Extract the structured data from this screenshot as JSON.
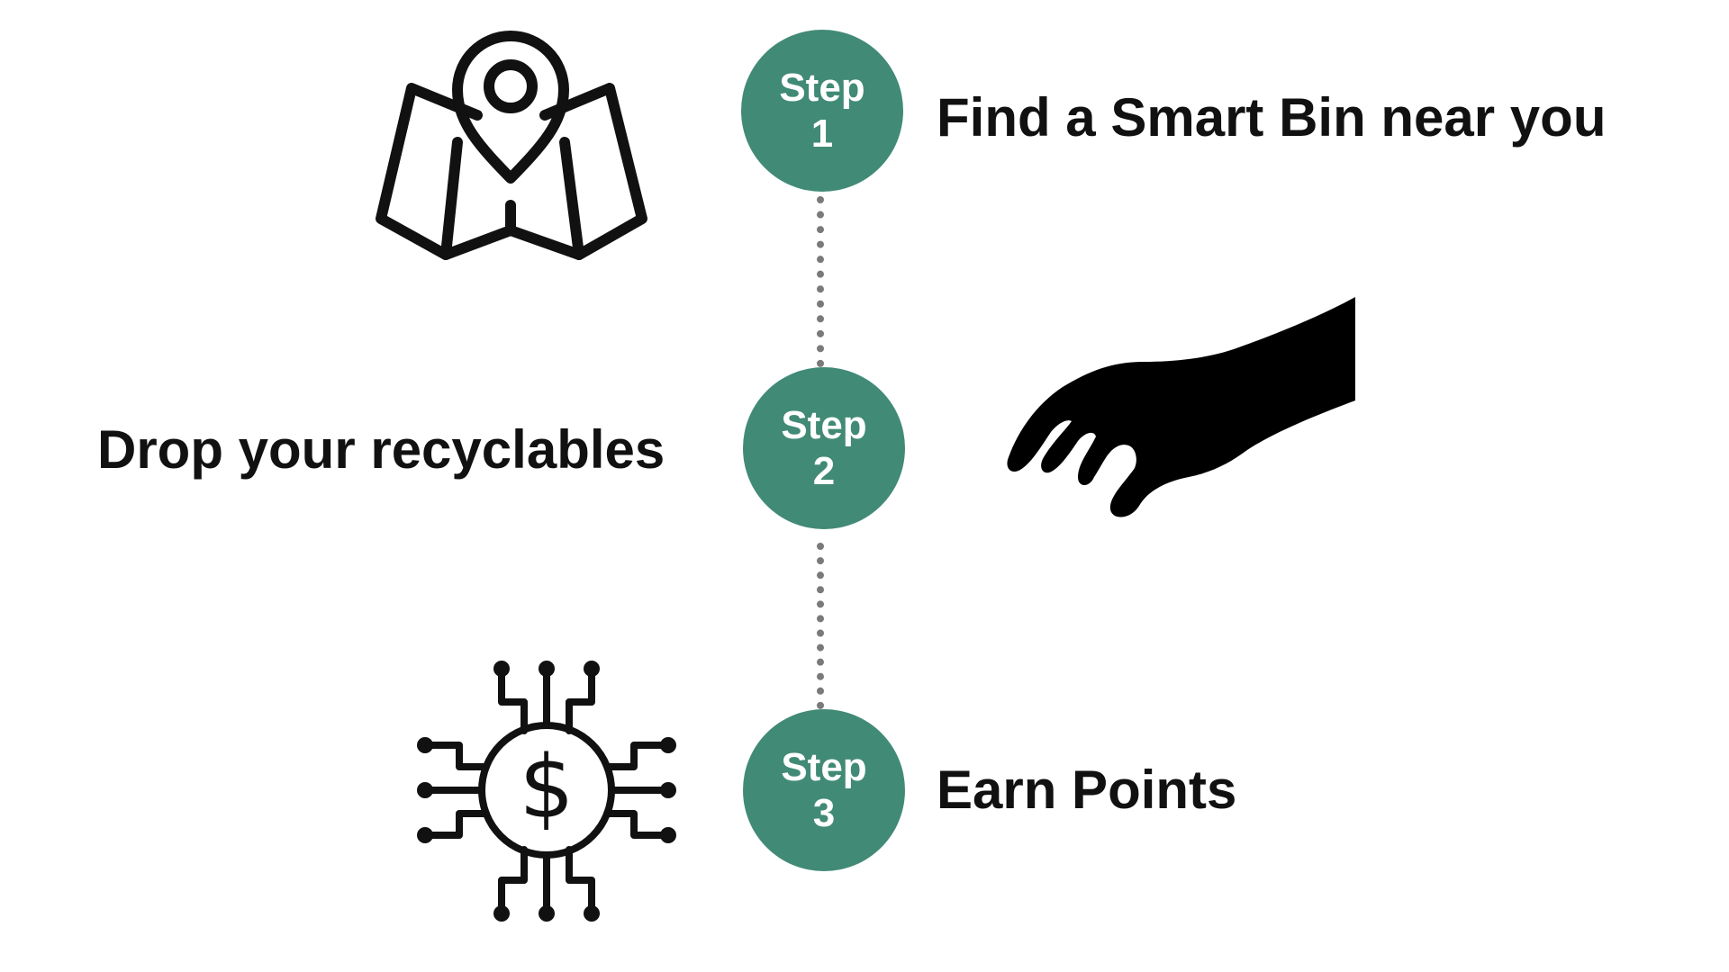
{
  "steps": [
    {
      "badge_word": "Step",
      "badge_number": "1",
      "text": "Find a Smart Bin near you",
      "icon": "map-pin-icon"
    },
    {
      "badge_word": "Step",
      "badge_number": "2",
      "text": "Drop your recyclables",
      "icon": "hand-icon"
    },
    {
      "badge_word": "Step",
      "badge_number": "3",
      "text": "Earn Points",
      "icon": "digital-dollar-icon"
    }
  ],
  "colors": {
    "badge": "#418A76",
    "badge_text": "#ffffff",
    "text": "#111111",
    "connector": "#7a7a7a"
  }
}
